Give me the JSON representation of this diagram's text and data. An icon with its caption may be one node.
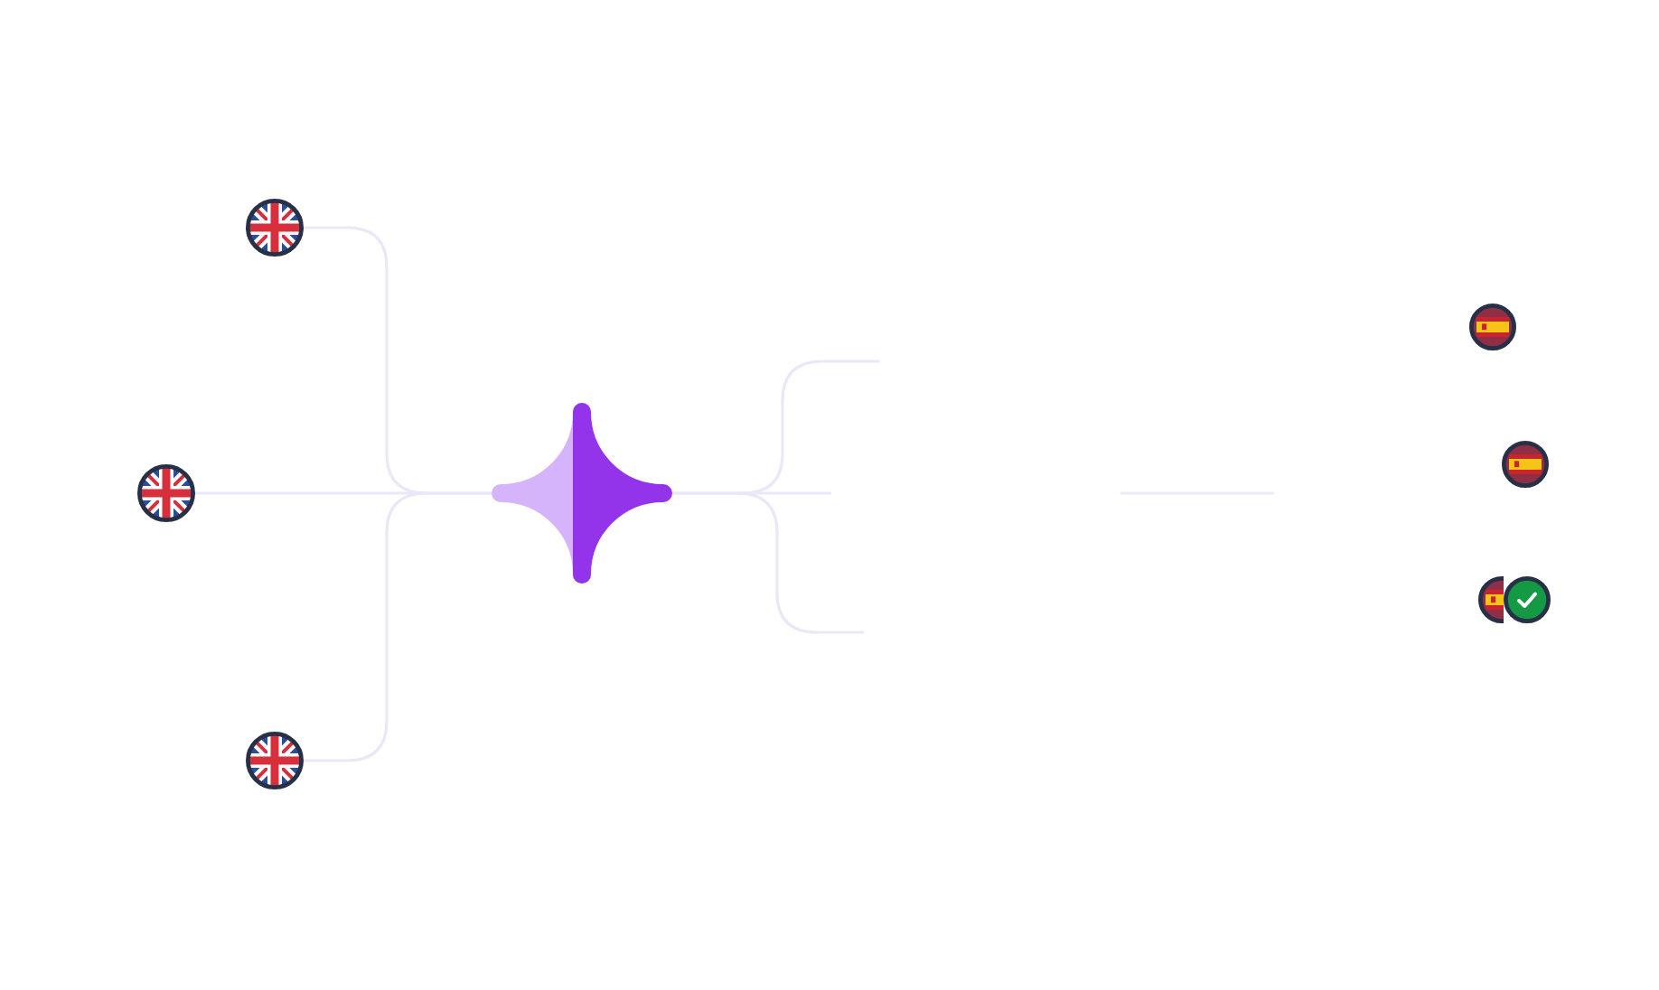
{
  "diagram": {
    "nodes": [
      {
        "text": [],
        "shape": "picture"
      },
      {
        "text": [],
        "shape": "picture"
      },
      {
        "text": [],
        "shape": "picture"
      },
      {
        "text": [],
        "shape": "picture"
      },
      {
        "text": [],
        "shape": "picture"
      },
      {
        "text": [],
        "shape": "picture"
      },
      {
        "text": [],
        "shape": "picture"
      }
    ],
    "edges": [
      {
        "from": 0,
        "to": 3,
        "arrow": "none"
      },
      {
        "from": 1,
        "to": 3,
        "arrow": "none"
      },
      {
        "from": 2,
        "to": 3,
        "arrow": "none"
      },
      {
        "from": 3,
        "to": null,
        "arrow": "none"
      },
      {
        "from": 3,
        "to": null,
        "arrow": "none"
      },
      {
        "from": 3,
        "to": null,
        "arrow": "none"
      }
    ]
  }
}
